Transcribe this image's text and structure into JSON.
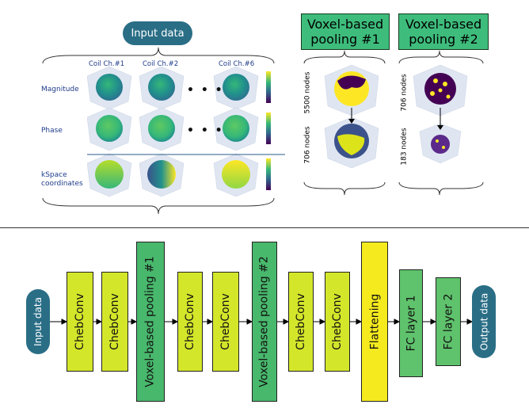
{
  "top": {
    "input_label": "Input data",
    "pool1_label": "Voxel-based pooling #1",
    "pool2_label": "Voxel-based pooling #2",
    "col_labels": [
      "Coil Ch.#1",
      "Coil Ch.#2",
      "Coil Ch.#6"
    ],
    "row_labels": [
      "Magnitude",
      "Phase",
      "kSpace coordinates"
    ],
    "ellipsis": "• • •",
    "nodes_pool1": [
      "5500 nodes",
      "706 nodes"
    ],
    "nodes_pool2": [
      "706 nodes",
      "183 nodes"
    ]
  },
  "pipeline": {
    "input": "Input data",
    "layers": [
      "ChebConv",
      "ChebConv",
      "Voxel-based pooling #1",
      "ChebConv",
      "ChebConv",
      "Voxel-based pooling #2",
      "ChebConv",
      "ChebConv",
      "Flattening",
      "FC layer 1",
      "FC layer 2"
    ],
    "output": "Output data"
  },
  "colors": {
    "teal": "#2a6e86",
    "chebconv": "#d4e62a",
    "pooling": "#48b86c",
    "flattening": "#f5ea1e",
    "fc": "#5fc26c"
  }
}
